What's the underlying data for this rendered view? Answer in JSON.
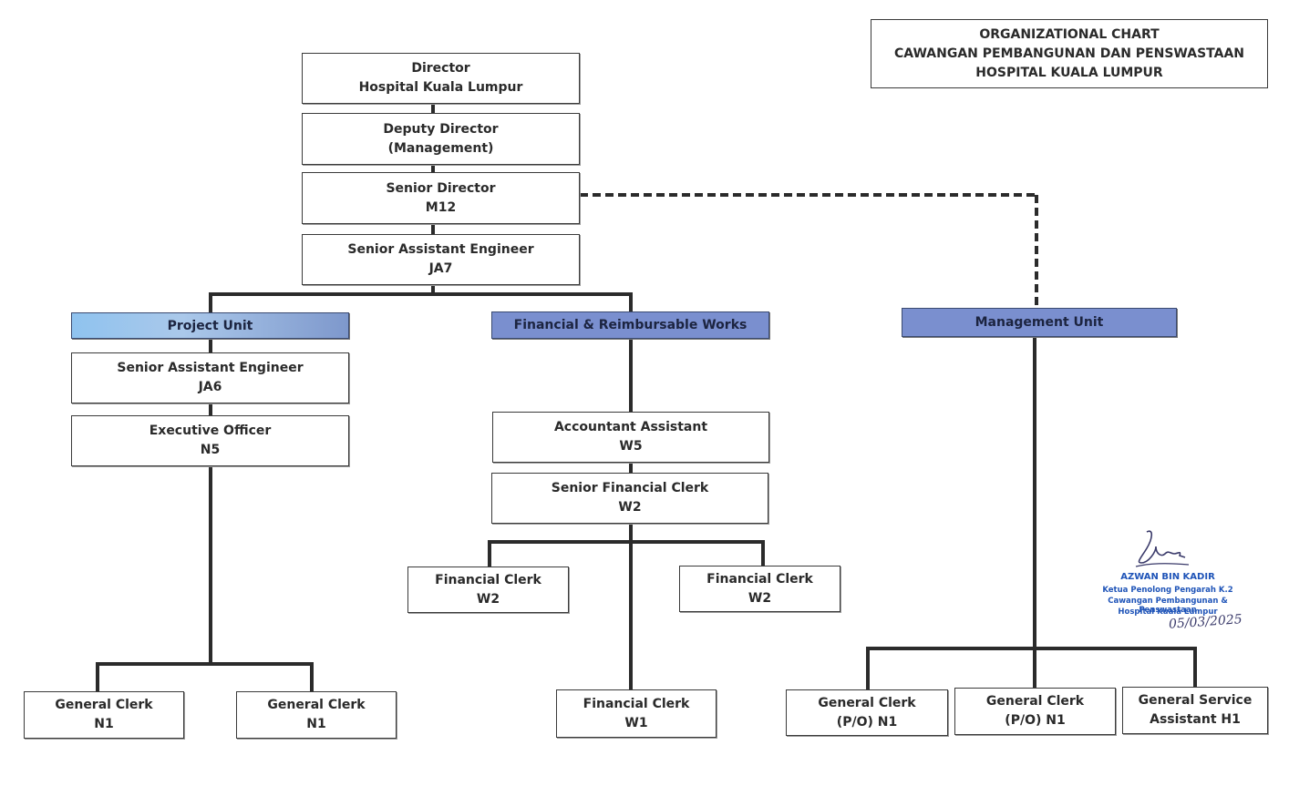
{
  "chart_title": {
    "line1": "ORGANIZATIONAL CHART",
    "line2": "CAWANGAN PEMBANGUNAN DAN PENSWASTAAN",
    "line3": "HOSPITAL KUALA LUMPUR"
  },
  "nodes": {
    "director": {
      "line1": "Director",
      "line2": "Hospital Kuala Lumpur"
    },
    "deputy_director": {
      "line1": "Deputy Director",
      "line2": "(Management)"
    },
    "senior_director": {
      "line1": "Senior Director",
      "line2": "M12"
    },
    "senior_assistant_engineer_ja7": {
      "line1": "Senior Assistant Engineer",
      "line2": "JA7"
    },
    "project_unit": {
      "label": "Project Unit"
    },
    "financial_unit": {
      "label": "Financial & Reimbursable Works"
    },
    "management_unit": {
      "label": "Management Unit"
    },
    "senior_assistant_engineer_ja6": {
      "line1": "Senior Assistant Engineer",
      "line2": "JA6"
    },
    "executive_officer": {
      "line1": "Executive Officer",
      "line2": "N5"
    },
    "general_clerk_n1_a": {
      "line1": "General Clerk",
      "line2": "N1"
    },
    "general_clerk_n1_b": {
      "line1": "General Clerk",
      "line2": "N1"
    },
    "accountant_assistant": {
      "line1": "Accountant Assistant",
      "line2": "W5"
    },
    "senior_financial_clerk": {
      "line1": "Senior Financial Clerk",
      "line2": "W2"
    },
    "financial_clerk_w2_a": {
      "line1": "Financial Clerk",
      "line2": "W2"
    },
    "financial_clerk_w2_b": {
      "line1": "Financial Clerk",
      "line2": "W2"
    },
    "financial_clerk_w1": {
      "line1": "Financial Clerk",
      "line2": "W1"
    },
    "general_clerk_po_a": {
      "line1": "General Clerk",
      "line2": "(P/O) N1"
    },
    "general_clerk_po_b": {
      "line1": "General Clerk",
      "line2": "(P/O) N1"
    },
    "general_service_assistant": {
      "line1": "General Service",
      "line2": "Assistant H1"
    }
  },
  "stamp": {
    "name": "AZWAN BIN KADIR",
    "line1": "Ketua Penolong Pengarah K.2",
    "line2": "Cawangan Pembangunan & Penswastaan",
    "line3": "Hospital Kuala Lumpur",
    "date": "05/03/2025"
  },
  "colors": {
    "unit_gradient_light": "#8fc3ef",
    "unit_solid": "#7a8fcf",
    "stamp_blue": "#1f54b8",
    "line": "#2b2b2b"
  }
}
